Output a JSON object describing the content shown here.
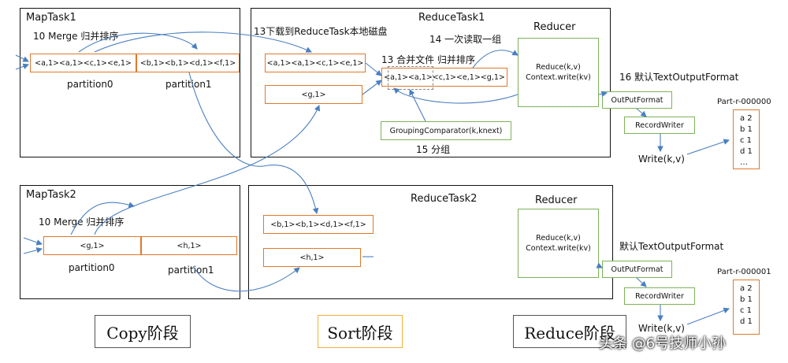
{
  "maptask1": {
    "title": "MapTask1",
    "merge": "10 Merge 归并排序",
    "p0": "<a,1><a,1><c,1><e,1>",
    "p1": "<b,1><b,1><d,1><f,1>",
    "p0_label": "partition0",
    "p1_label": "partition1"
  },
  "maptask2": {
    "title": "MapTask2",
    "merge": "10 Merge 归并排序",
    "p0": "<g,1>",
    "p1": "<h,1>",
    "p0_label": "partition0",
    "p1_label": "partition1"
  },
  "reducetask1": {
    "title": "ReduceTask1",
    "step13": "13下载到ReduceTask本地磁盘",
    "step14": "14 一次读取一组",
    "step13b": "13 合并文件 归并排序",
    "box1": "<a,1><a,1><c,1><e,1>",
    "box2": "<g,1>",
    "merged": "<a,1><a,1><c,1><e,1><g,1>",
    "grouping": "GroupingComparator(k,knext)",
    "step15": "15 分组"
  },
  "reducetask2": {
    "title": "ReduceTask2",
    "box1": "<b,1><b,1><d,1><f,1>",
    "box2": "<h,1>"
  },
  "reducer1": {
    "title": "Reducer",
    "line1": "Reduce(k,v)",
    "line2": "Context.write(kv)",
    "step16": "16 默认TextOutputFormat",
    "outputformat": "OutPutFormat",
    "recordwriter": "RecordWriter",
    "write": "Write(k,v)",
    "file_name": "Part-r-000000",
    "file_lines": [
      "a 2",
      "b 1",
      "c 1",
      "d 1",
      "…"
    ]
  },
  "reducer2": {
    "title": "Reducer",
    "line1": "Reduce(k,v)",
    "line2": "Context.write(kv)",
    "default_format": "默认TextOutputFormat",
    "outputformat": "OutPutFormat",
    "recordwriter": "RecordWriter",
    "write": "Write(k,v)",
    "file_name": "Part-r-000001",
    "file_lines": [
      "a 2",
      "b 1",
      "c 1",
      "d 1"
    ]
  },
  "stages": {
    "copy": "Copy阶段",
    "sort": "Sort阶段",
    "reduce": "Reduce阶段"
  },
  "watermark": "头条 @6号技师小孙",
  "colors": {
    "orange": "#e0782a",
    "green": "#7cb35a",
    "arrow": "#4a7fc0"
  }
}
